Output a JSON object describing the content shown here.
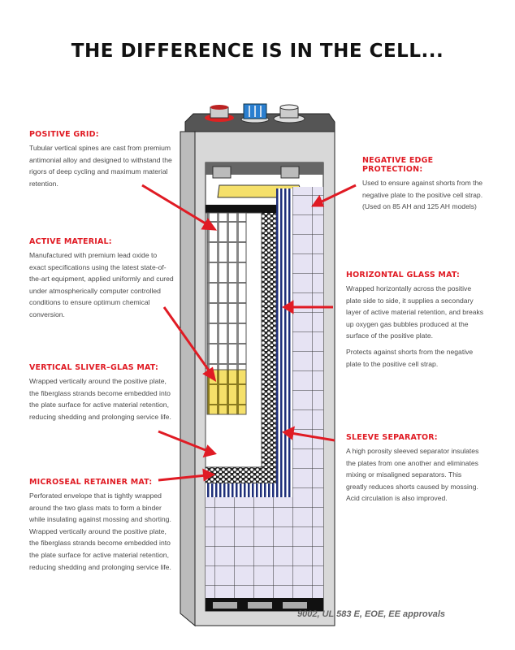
{
  "title": "THE DIFFERENCE IS IN THE CELL...",
  "callouts": {
    "positive_grid": {
      "heading": "POSITIVE GRID:",
      "text": "Tubular vertical spines are cast from premium antimonial alloy and designed to withstand the rigors of deep cycling and maximum material retention."
    },
    "active_material": {
      "heading": "ACTIVE MATERIAL:",
      "text": "Manufactured with premium lead oxide to exact specifications using the latest state-of-the-art equipment, applied uniformly and cured under atmospherically computer controlled conditions to ensure optimum chemical conversion."
    },
    "vertical_sliver": {
      "heading": "VERTICAL SLIVER–GLAS MAT:",
      "text": "Wrapped vertically around the positive plate, the fiberglass strands become embedded into the plate surface for active material retention, reducing shedding and prolonging service life."
    },
    "microseal": {
      "heading": "MICROSEAL RETAINER MAT:",
      "text": "Perforated envelope that is tightly wrapped around the two glass mats to form a binder while insulating against mossing and shorting. Wrapped vertically around the positive plate, the fiberglass strands become embedded into the plate surface for active material retention, reducing shedding and prolonging service life."
    },
    "negative_edge": {
      "heading": "NEGATIVE EDGE PROTECTION:",
      "text": "Used to ensure against shorts from the negative plate to the positive cell strap. (Used on 85 AH and 125 AH models)"
    },
    "horizontal_glass": {
      "heading": "HORIZONTAL GLASS MAT:",
      "text": "Wrapped horizontally across the positive plate side to side, it supplies a secondary layer of active material retention, and breaks up oxygen gas bubbles produced at the surface of the positive plate.",
      "text2": "Protects against shorts from the negative plate to the positive cell strap."
    },
    "sleeve_separator": {
      "heading": "SLEEVE SEPARATOR:",
      "text": "A high porosity sleeved separator insulates the plates from one another and eliminates mixing or misaligned separators. This greatly reduces shorts caused by mossing. Acid circulation is also improved."
    }
  },
  "footer": "9002, UL 583 E, EOE, EE approvals",
  "colors": {
    "accent_red": "#e01b24",
    "text_gray": "#4a4a4a",
    "casing": "#d8d8d8",
    "plate_yellow": "#f5e06a",
    "separator_blue": "#1f2f7a",
    "negative_lavender": "#e6e3f3"
  }
}
